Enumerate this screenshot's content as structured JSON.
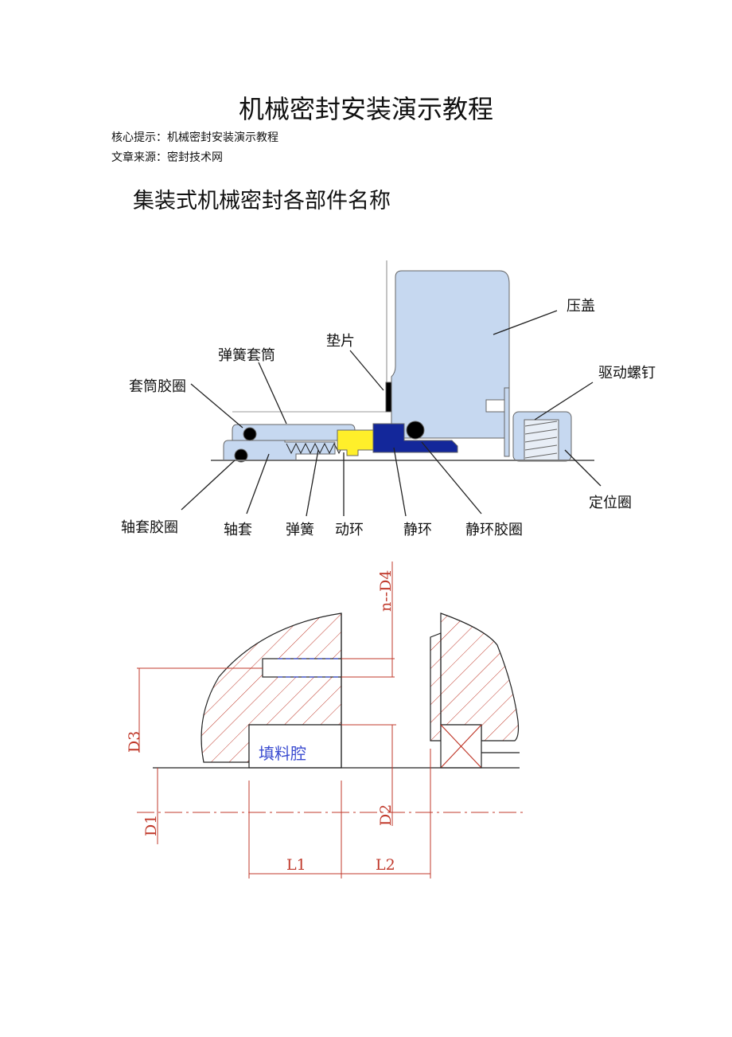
{
  "document": {
    "title": "机械密封安装演示教程",
    "hint": "核心提示：机械密封安装演示教程",
    "source": "文章来源：密封技术网",
    "section_heading": "集装式机械密封各部件名称"
  },
  "diagram1": {
    "labels": {
      "gland": "压盖",
      "gasket": "垫片",
      "spring_sleeve": "弹簧套筒",
      "sleeve_oring": "套筒胶圈",
      "drive_screw": "驱动螺钉",
      "locating_ring": "定位圈",
      "shaft_sleeve_oring": "轴套胶圈",
      "shaft_sleeve": "轴套",
      "spring": "弹簧",
      "rotating_ring": "动环",
      "stationary_ring": "静环",
      "stationary_ring_oring": "静环胶圈"
    },
    "colors": {
      "part": "#c6d8f0",
      "rotating": "#ffef2a",
      "stationary": "#13279a",
      "oring": "#000000"
    }
  },
  "diagram2": {
    "cavity_label": "填料腔",
    "dims": {
      "d1": "D1",
      "d2": "D2",
      "d3": "D3",
      "d4": "n--D4",
      "l1": "L1",
      "l2": "L2"
    },
    "colors": {
      "dimension": "#c0392b",
      "hatch": "#c0392b",
      "cavity_text": "#3a4bd0"
    }
  }
}
